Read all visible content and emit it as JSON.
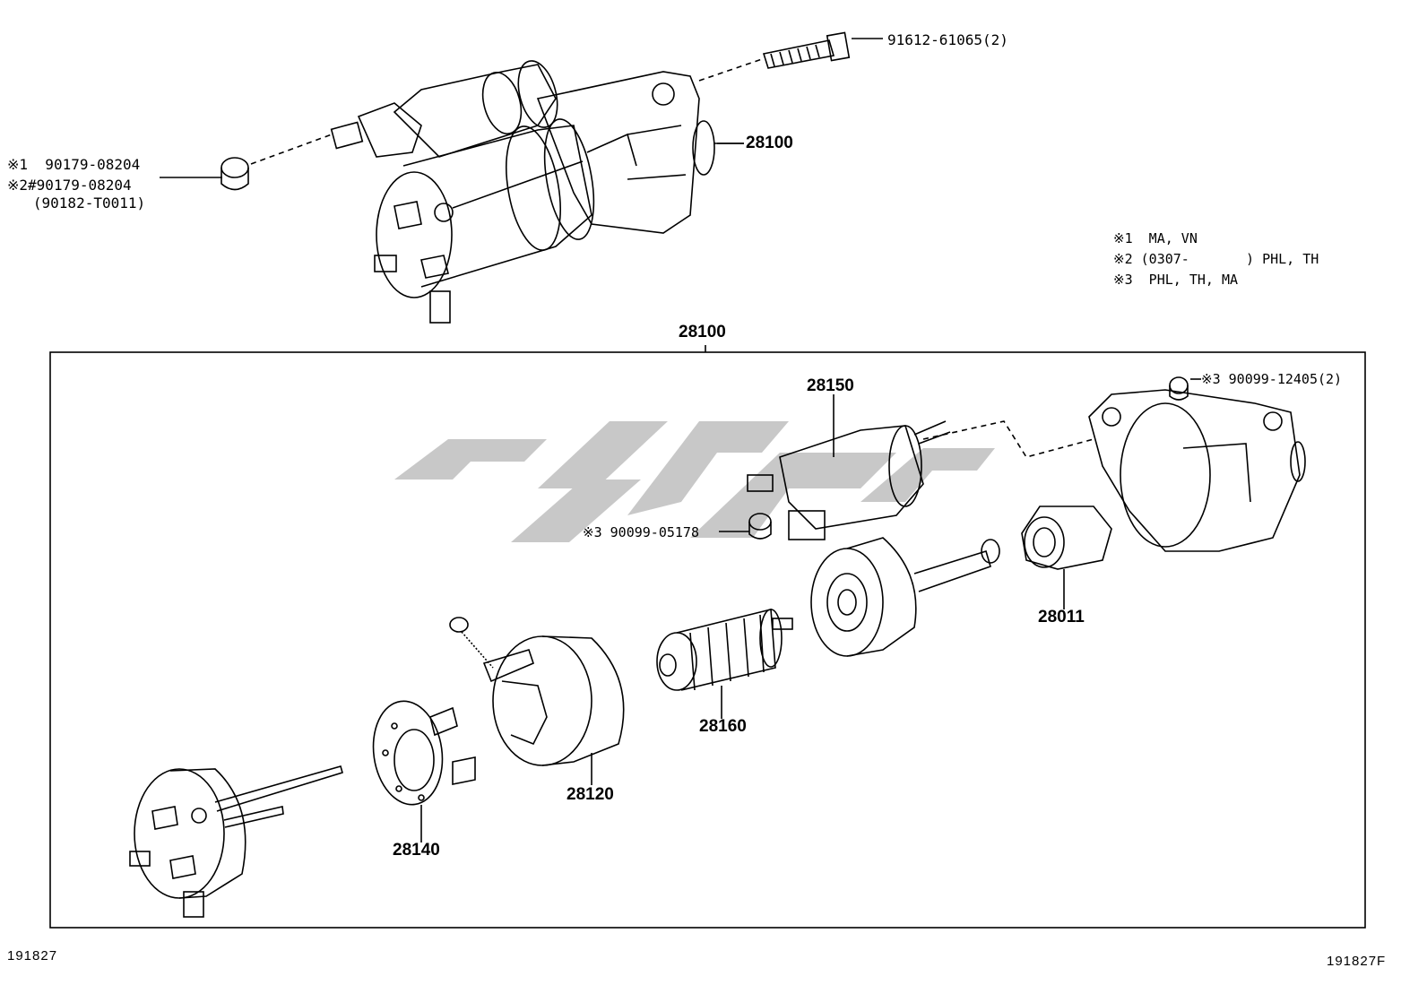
{
  "top": {
    "bolt_label": "91612-61065(2)",
    "starter_label": "28100",
    "nut_notes": [
      "※1  90179-08204",
      "※2#90179-08204",
      "   (90182-T0011)"
    ]
  },
  "legend": [
    "※1  MA, VN",
    "※2 (0307-       ) PHL, TH",
    "※3  PHL, TH, MA"
  ],
  "box": {
    "title": "28100",
    "labels": {
      "solenoid": "28150",
      "bolt_right": "※3 90099-12405(2)",
      "nut_small": "※3 90099-05178",
      "clutch": "28011",
      "armature": "28160",
      "yoke": "28120",
      "brush_holder": "28140"
    }
  },
  "footer": {
    "left": "191827",
    "right": "191827F"
  },
  "colors": {
    "line": "#000000",
    "watermark": "#c8c8c8"
  }
}
